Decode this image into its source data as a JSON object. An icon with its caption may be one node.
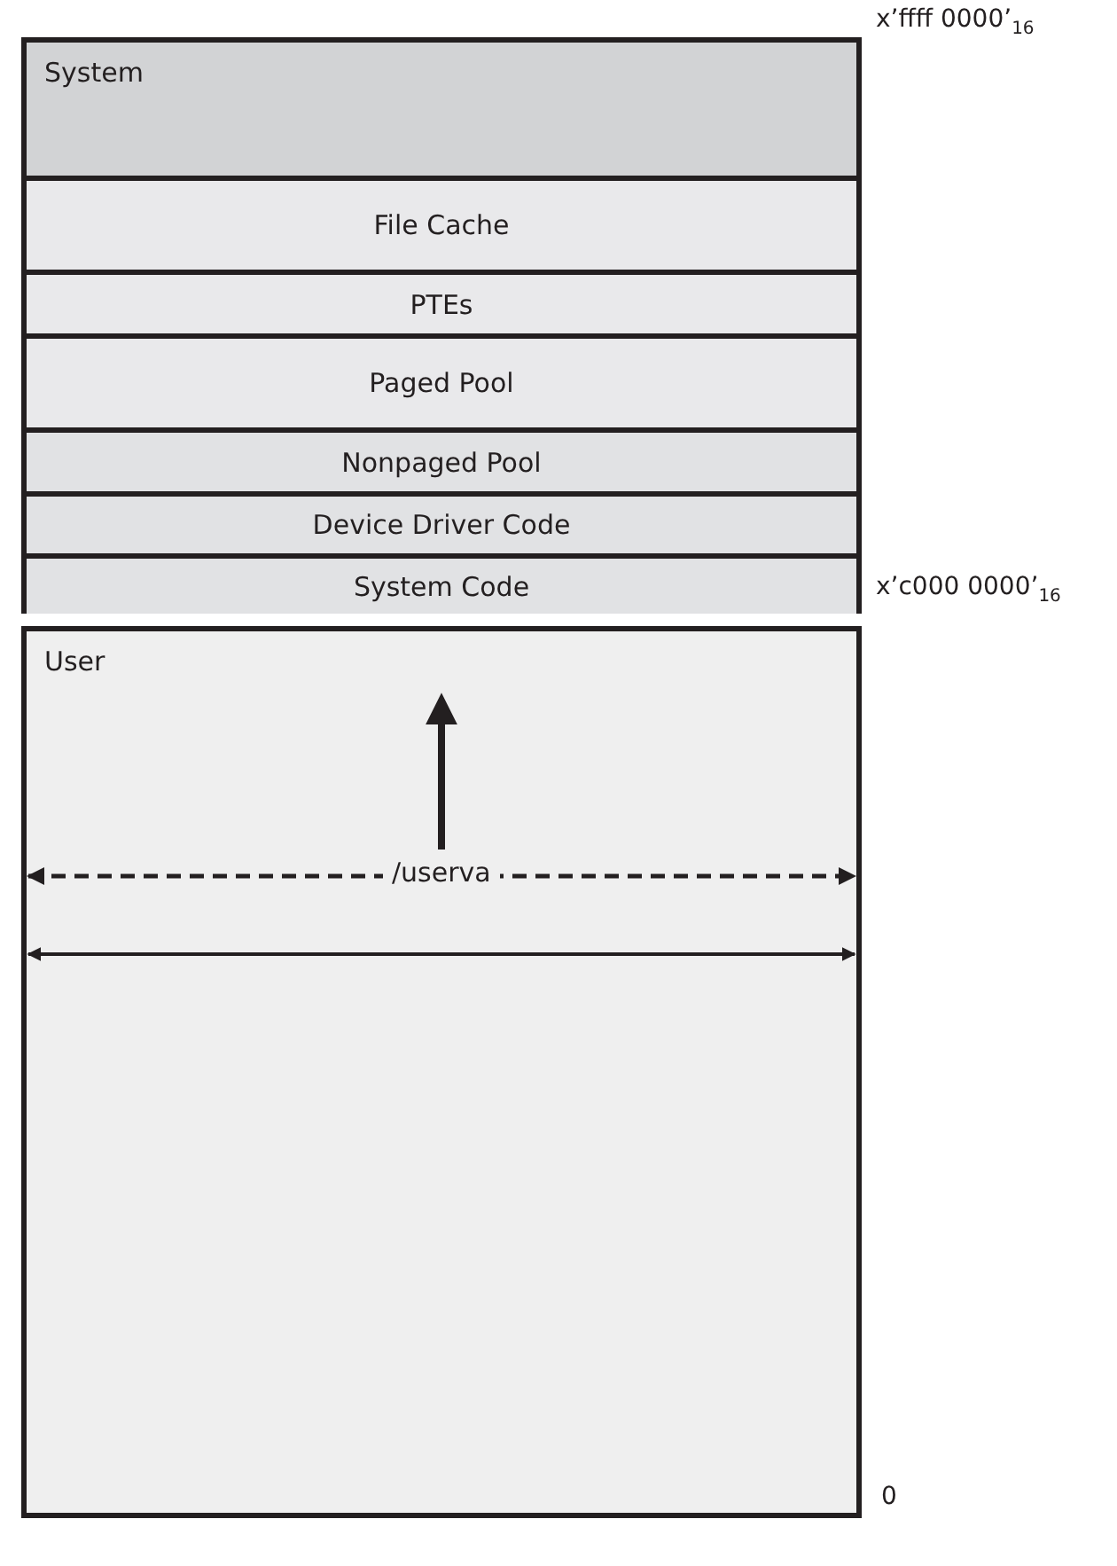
{
  "diagram": {
    "nodes": [
      {
        "text": [
          "System"
        ]
      },
      {
        "text": [
          "File Cache"
        ],
        "in": 0
      },
      {
        "text": [
          "PTEs"
        ],
        "in": 0
      },
      {
        "text": [
          "Paged Pool"
        ],
        "in": 0
      },
      {
        "text": [
          "Nonpaged Pool"
        ],
        "in": 0
      },
      {
        "text": [
          "Device Driver Code"
        ],
        "in": 0
      },
      {
        "text": [
          "System Code"
        ],
        "in": 0
      },
      {
        "text": [
          "User"
        ]
      }
    ],
    "labels": [
      "x’ffff 0000’$_{16}$",
      "x’c000 0000’$_{16}$",
      "/userva",
      "0"
    ]
  }
}
